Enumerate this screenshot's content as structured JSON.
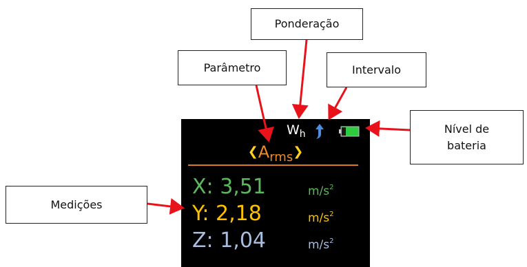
{
  "labels": {
    "ponderacao": "Ponderação",
    "parametro": "Parâmetro",
    "intervalo": "Intervalo",
    "bateria_line1": "Nível de",
    "bateria_line2": "bateria",
    "medicoes": "Medições"
  },
  "screen": {
    "weighting_main": "W",
    "weighting_sub": "h",
    "interval_icon": "up-arrow-icon",
    "battery_icon": "battery-icon",
    "parameter_main": "A",
    "parameter_sub": "rms",
    "parameter_left_arrow": "❮",
    "parameter_right_arrow": "❯",
    "measurements": [
      {
        "axis_value": "X: 3,51",
        "unit": "m/s",
        "unit_exp": "2",
        "color": "#5cb85c"
      },
      {
        "axis_value": "Y: 2,18",
        "unit": "m/s",
        "unit_exp": "2",
        "color": "#ffc000"
      },
      {
        "axis_value": "Z: 1,04",
        "unit": "m/s",
        "unit_exp": "2",
        "color": "#a9bedf"
      }
    ]
  },
  "colors": {
    "callout_arrow": "#e8131a",
    "screen_background": "#000000",
    "parameter": "#f08a24",
    "parameter_arrows": "#ffd21a",
    "divider": "#e07a1f",
    "interval_icon": "#4a90e2",
    "battery_fill": "#2ecc40"
  }
}
